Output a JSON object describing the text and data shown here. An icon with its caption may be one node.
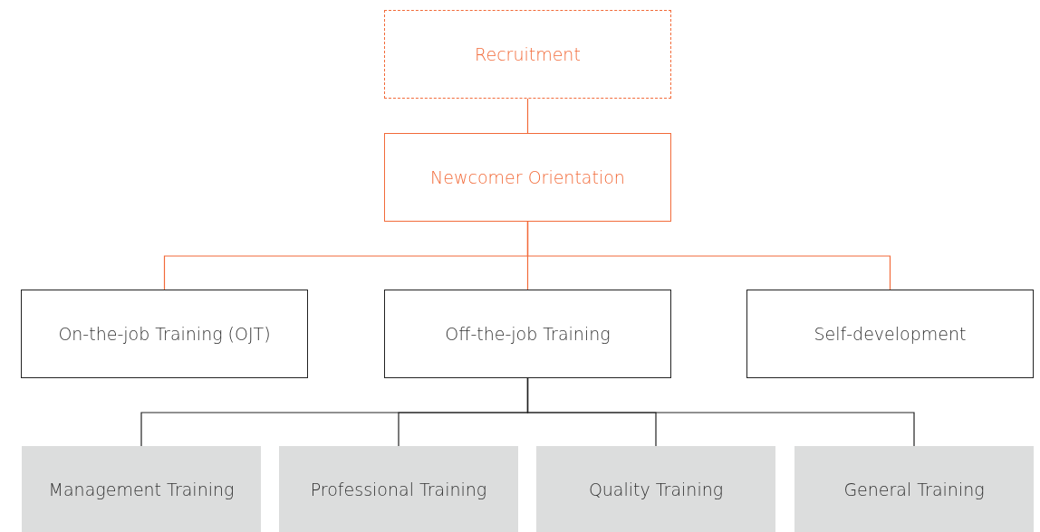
{
  "diagram": {
    "nodes": [
      {
        "text": [
          "Recruitment"
        ]
      },
      {
        "text": [
          "Newcomer Orientation"
        ]
      },
      {
        "text": [
          "On-the-job Training (OJT)"
        ]
      },
      {
        "text": [
          "Off-the-job Training"
        ]
      },
      {
        "text": [
          "Self-development"
        ]
      },
      {
        "text": [
          "Management Training"
        ]
      },
      {
        "text": [
          "Professional Training"
        ]
      },
      {
        "text": [
          "Quality Training"
        ]
      },
      {
        "text": [
          "General Training"
        ]
      }
    ],
    "edges": [
      {
        "from": 0,
        "to": 1,
        "arrow": "none",
        "color": "#f26b3a"
      },
      {
        "from": 1,
        "to": 2,
        "arrow": "none",
        "color": "#f26b3a"
      },
      {
        "from": 1,
        "to": 3,
        "arrow": "none",
        "color": "#f26b3a"
      },
      {
        "from": 1,
        "to": 4,
        "arrow": "none",
        "color": "#f26b3a"
      },
      {
        "from": 3,
        "to": 5,
        "arrow": "none",
        "color": "#222222"
      },
      {
        "from": 3,
        "to": 6,
        "arrow": "none",
        "color": "#222222"
      },
      {
        "from": 3,
        "to": 7,
        "arrow": "none",
        "color": "#222222"
      },
      {
        "from": 3,
        "to": 8,
        "arrow": "none",
        "color": "#222222"
      }
    ]
  }
}
